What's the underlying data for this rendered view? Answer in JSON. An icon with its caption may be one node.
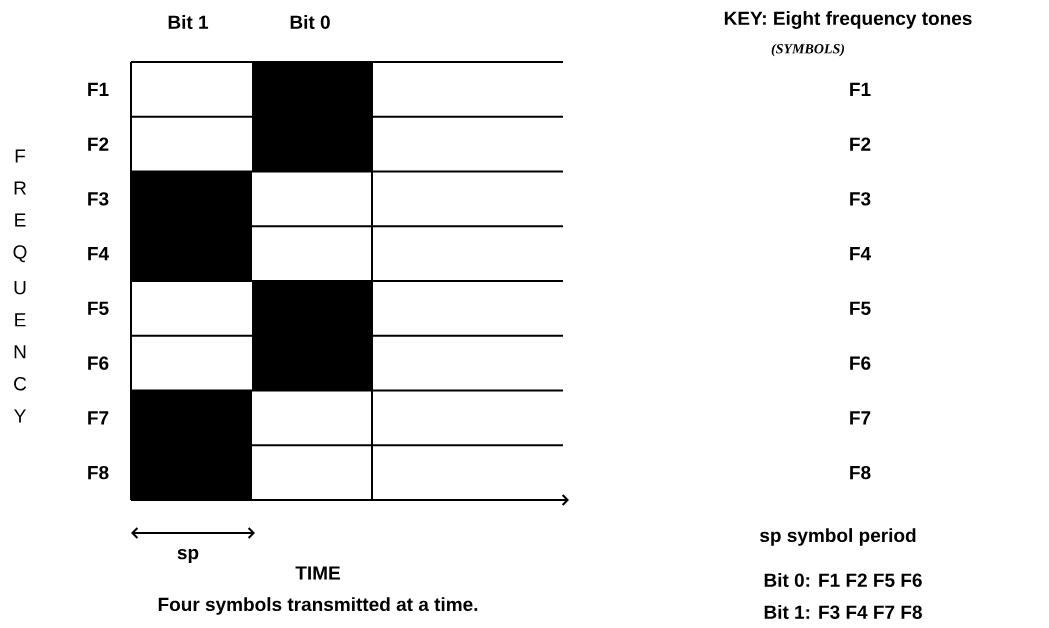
{
  "diagram": {
    "labels": [
      "Bit 1",
      "Bit 0",
      "KEY: Eight frequency tones",
      "(SYMBOLS)",
      "FREQUENCY",
      "F1",
      "F2",
      "F3",
      "F4",
      "F5",
      "F6",
      "F7",
      "F8",
      "F1",
      "F2",
      "F3",
      "F4",
      "F5",
      "F6",
      "F7",
      "F8",
      "sp",
      "TIME",
      "Four symbols transmitted at a time.",
      "sp symbol period",
      "Bit 0: F1 F2 F5 F6",
      "Bit 1: F3 F4 F7 F8"
    ]
  }
}
